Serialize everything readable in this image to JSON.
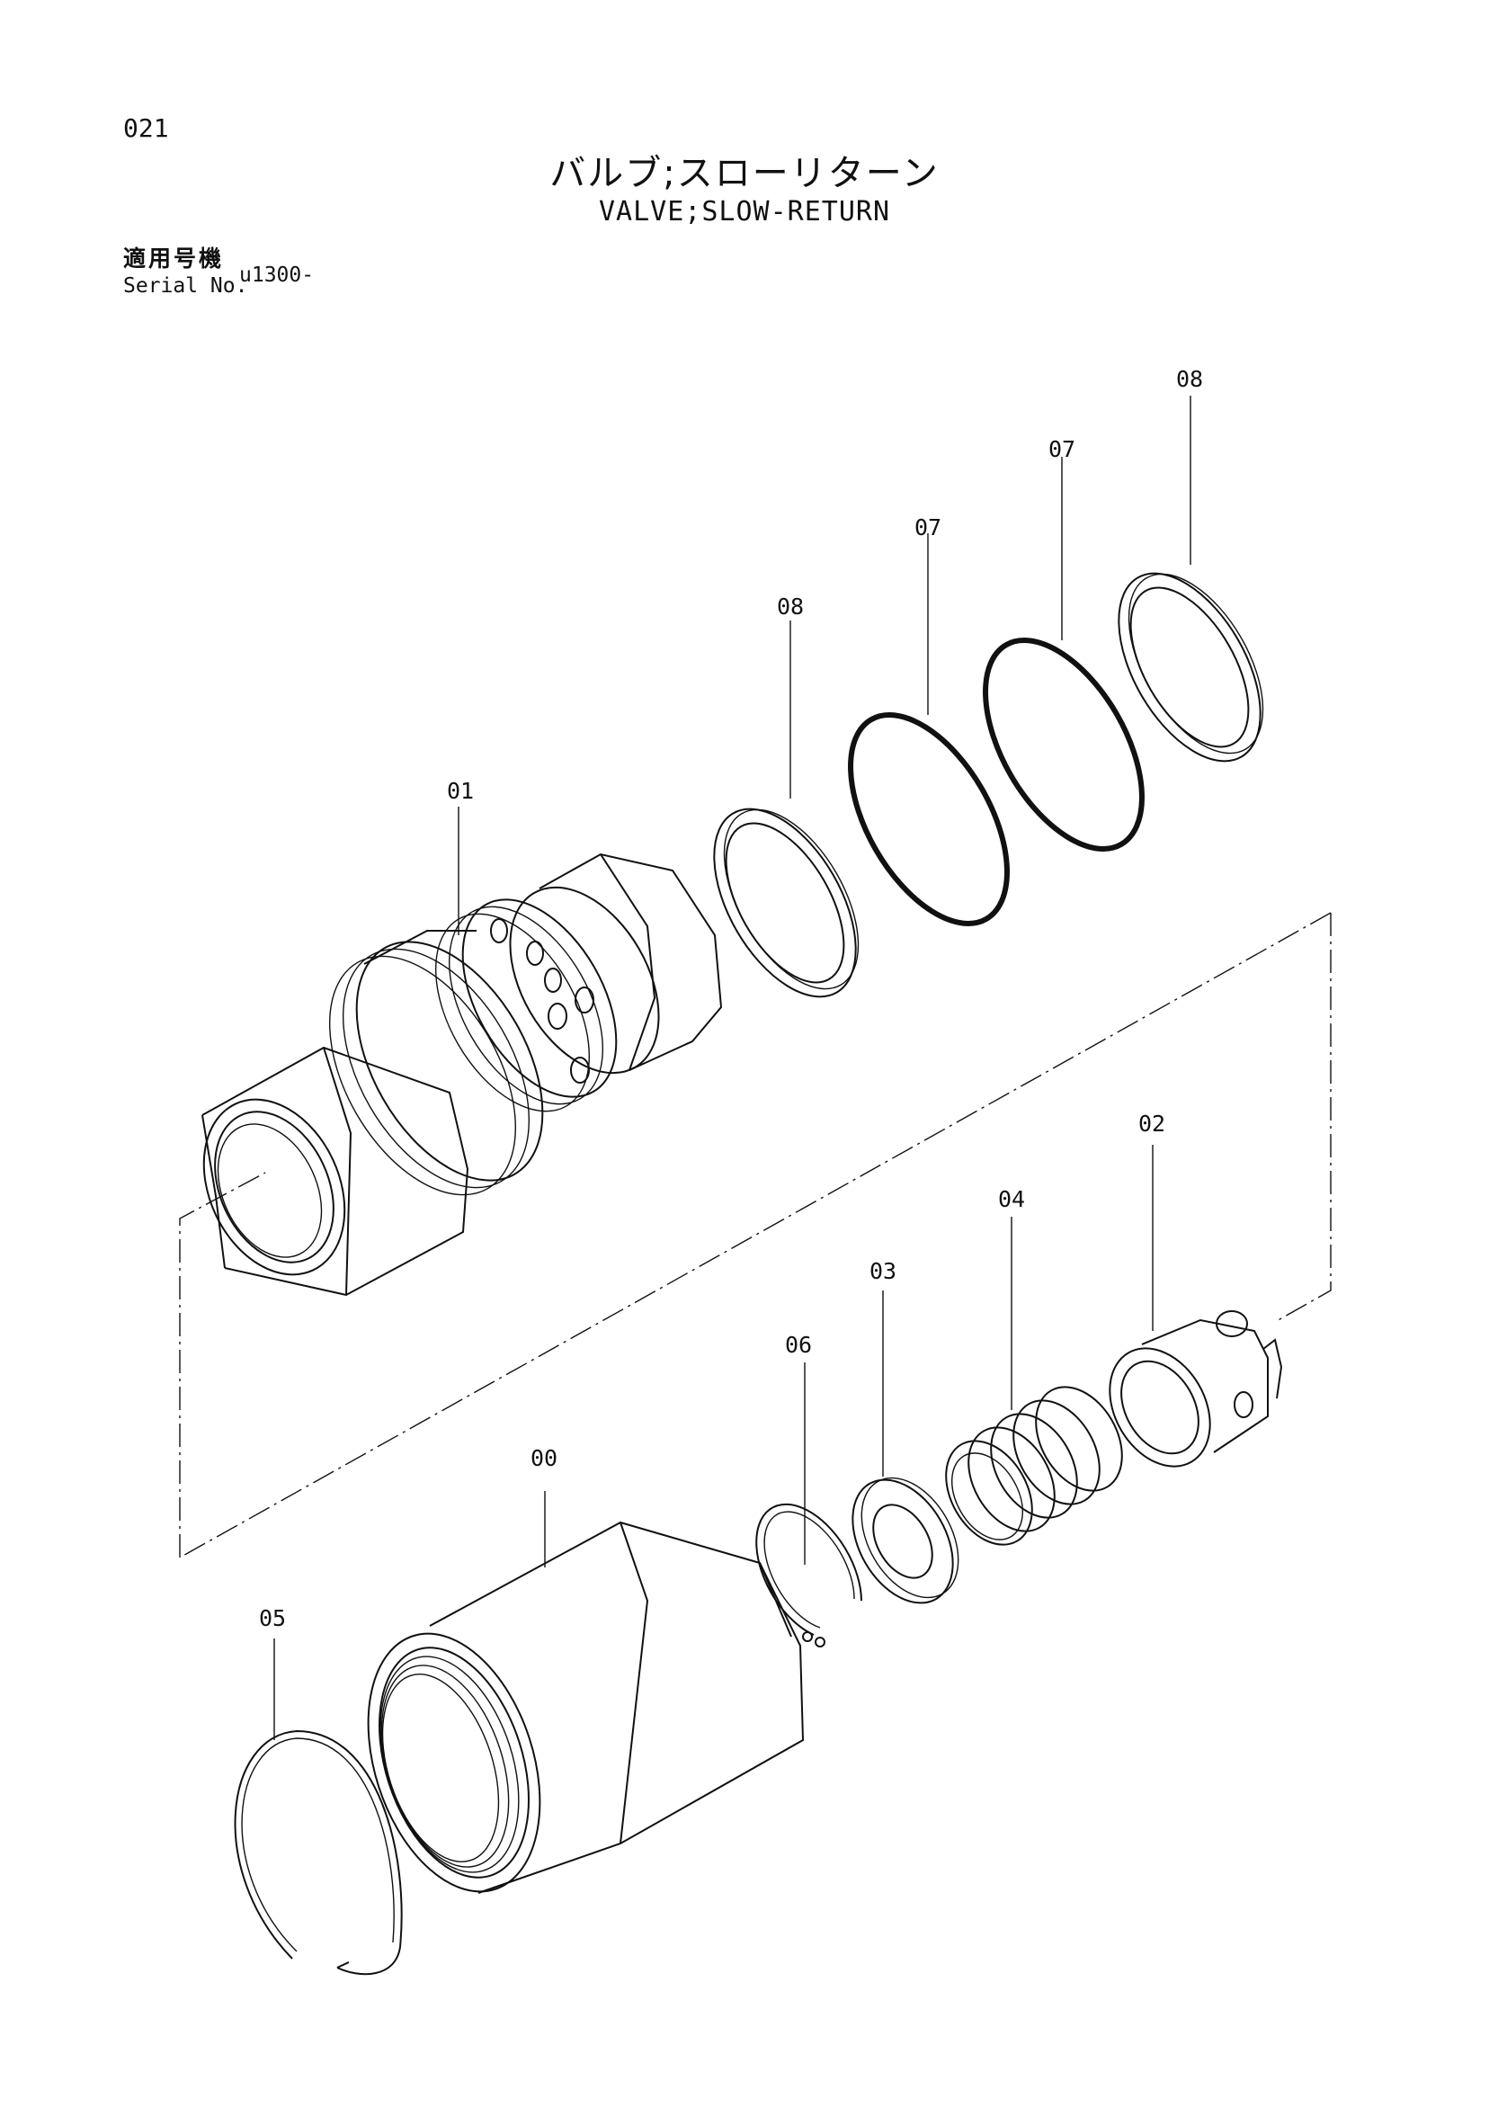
{
  "page": {
    "number": "021",
    "title_jp": "バルブ;スローリターン",
    "title_en": "VALVE;SLOW-RETURN",
    "serial_label_jp": "適用号機",
    "serial_label_en": "Serial No.",
    "serial_value": "u1300-"
  },
  "callouts": [
    {
      "id": "c-08-a",
      "label": "08"
    },
    {
      "id": "c-07-a",
      "label": "07"
    },
    {
      "id": "c-07-b",
      "label": "07"
    },
    {
      "id": "c-08-b",
      "label": "08"
    },
    {
      "id": "c-01",
      "label": "01"
    },
    {
      "id": "c-02",
      "label": "02"
    },
    {
      "id": "c-04",
      "label": "04"
    },
    {
      "id": "c-03",
      "label": "03"
    },
    {
      "id": "c-06",
      "label": "06"
    },
    {
      "id": "c-00",
      "label": "00"
    },
    {
      "id": "c-05",
      "label": "05"
    }
  ]
}
